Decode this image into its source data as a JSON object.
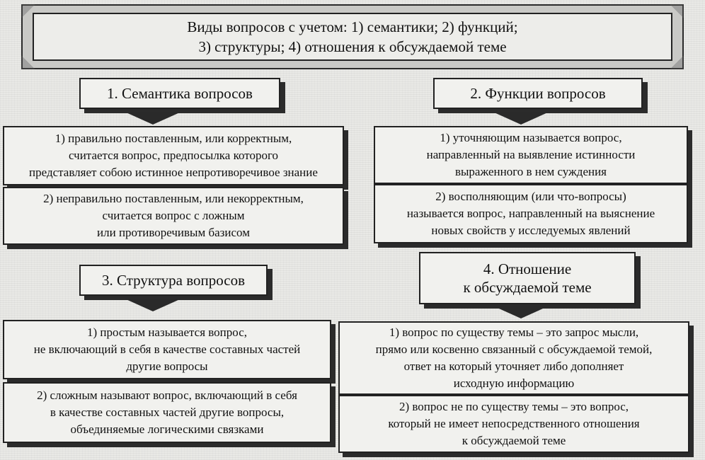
{
  "title": {
    "line1": "Виды вопросов с учетом: 1) семантики; 2) функций;",
    "line2": "3) структуры; 4) отношения к обсуждаемой теме"
  },
  "sections": {
    "semantics": {
      "header": "1. Семантика вопросов",
      "item1": [
        "1) правильно поставленным, или корректным,",
        "считается вопрос, предпосылка которого",
        "представляет собою истинное непротиворечивое знание"
      ],
      "item2": [
        "2) неправильно поставленным, или некорректным,",
        "считается вопрос с ложным",
        "или противоречивым базисом"
      ]
    },
    "functions": {
      "header": "2. Функции вопросов",
      "item1": [
        "1) уточняющим называется вопрос,",
        "направленный на выявление истинности",
        "выраженного в нем суждения"
      ],
      "item2": [
        "2) восполняющим (или что-вопросы)",
        "называется вопрос, направленный на выяснение",
        "новых свойств у исследуемых явлений"
      ]
    },
    "structure": {
      "header": "3. Структура вопросов",
      "item1": [
        "1) простым называется вопрос,",
        "не включающий в себя в качестве составных частей",
        "другие вопросы"
      ],
      "item2": [
        "2) сложным называют вопрос, включающий в себя",
        "в качестве составных частей другие вопросы,",
        "объединяемые логическими связками"
      ]
    },
    "relation": {
      "header_line1": "4. Отношение",
      "header_line2": "к обсуждаемой теме",
      "item1": [
        "1) вопрос по существу темы – это запрос мысли,",
        "прямо или косвенно связанный с обсуждаемой темой,",
        "ответ на который уточняет либо дополняет",
        "исходную информацию"
      ],
      "item2": [
        "2) вопрос не по существу темы – это вопрос,",
        "который не имеет непосредственного отношения",
        "к обсуждаемой теме"
      ]
    }
  }
}
